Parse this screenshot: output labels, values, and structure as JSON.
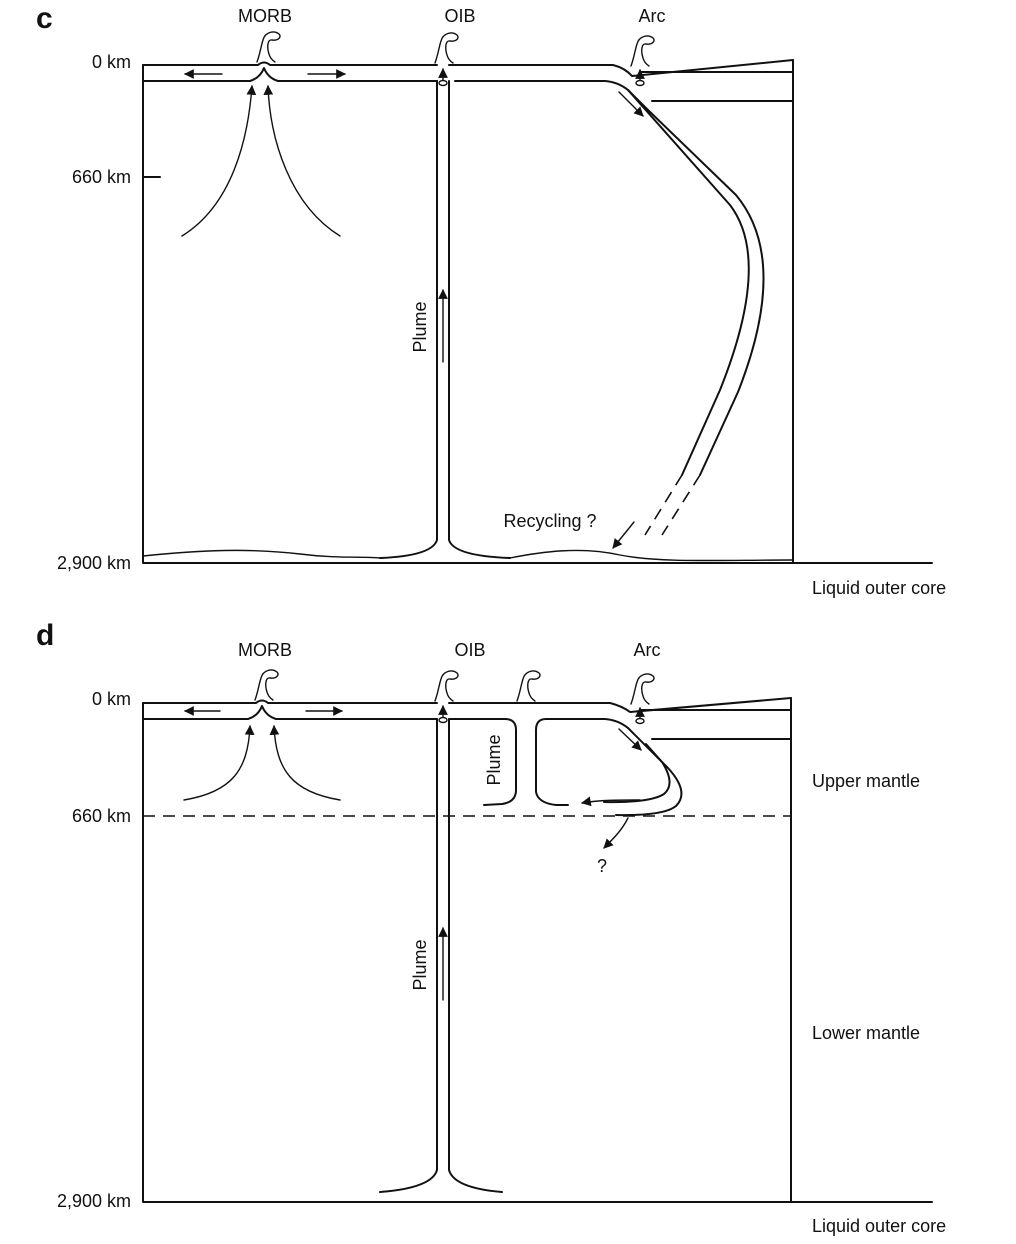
{
  "panel_c": {
    "letter": "c",
    "top_labels": {
      "morb": "MORB",
      "oib": "OIB",
      "arc": "Arc"
    },
    "depths": {
      "surface": "0 km",
      "transition": "660 km",
      "cmb": "2,900 km"
    },
    "plume_label": "Plume",
    "recycling_label": "Recycling ?",
    "core_label": "Liquid outer core"
  },
  "panel_d": {
    "letter": "d",
    "top_labels": {
      "morb": "MORB",
      "oib": "OIB",
      "arc": "Arc"
    },
    "depths": {
      "surface": "0 km",
      "transition": "660 km",
      "cmb": "2,900 km"
    },
    "upper_plume_label": "Plume",
    "deep_plume_label": "Plume",
    "question_label": "?",
    "upper_mantle_label": "Upper mantle",
    "lower_mantle_label": "Lower mantle",
    "core_label": "Liquid outer core"
  }
}
